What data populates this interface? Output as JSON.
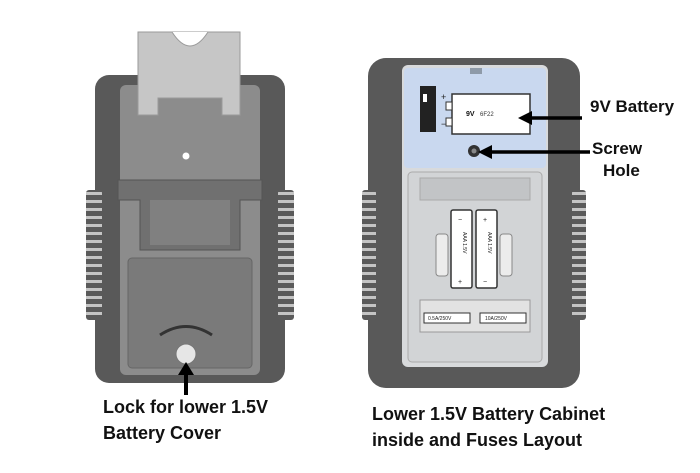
{
  "captions": {
    "left_line1": "Lock for lower 1.5V",
    "left_line2": "Battery Cover",
    "right_line1": "Lower 1.5V Battery Cabinet",
    "right_line2": "inside and Fuses Layout"
  },
  "callouts": {
    "battery_9v": "9V Battery",
    "screw_line1": "Screw",
    "screw_line2": "Hole"
  },
  "battery_9v_marking": {
    "voltage": "9V",
    "model": "6F22"
  },
  "terminals": {
    "plus": "+",
    "minus": "−"
  },
  "aaa_batteries": [
    {
      "label": "AAA 1.5V",
      "plus": "+",
      "minus": "−"
    },
    {
      "label": "AAA 1.5V",
      "plus": "+",
      "minus": "−"
    }
  ],
  "fuses": [
    {
      "label": "0.5A/250V"
    },
    {
      "label": "10A/250V"
    }
  ],
  "colors": {
    "body": "#595959",
    "cover": "#8c8c8c",
    "compartment": "#d8dadc",
    "accent": "#c9d8ef"
  }
}
